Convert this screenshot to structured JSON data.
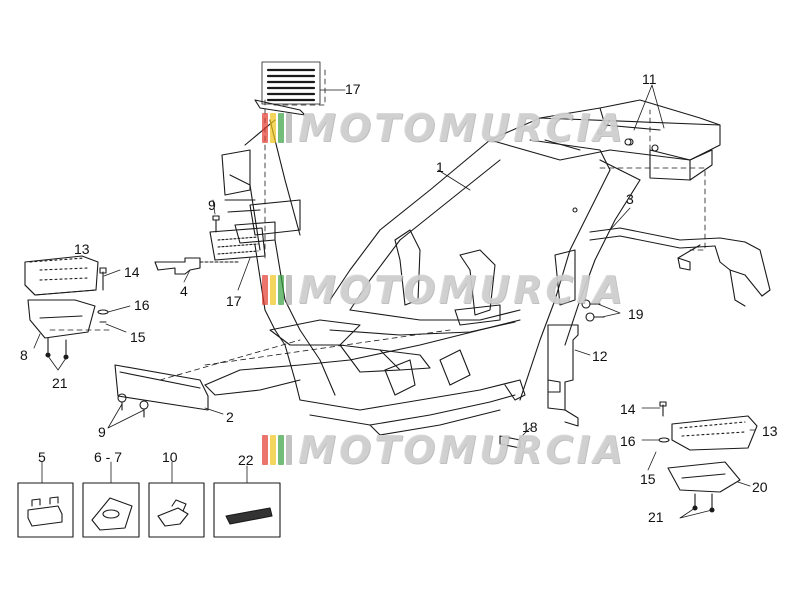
{
  "watermark": {
    "text": "MOTOMURCIA",
    "colors": [
      "#e23b2e",
      "#f0c419",
      "#37a042"
    ]
  },
  "callouts": {
    "c1": "1",
    "c2": "2",
    "c3": "3",
    "c4": "4",
    "c5": "5",
    "c6_7": "6 - 7",
    "c8": "8",
    "c9_top": "9",
    "c9_bot": "9",
    "c10": "10",
    "c11": "11",
    "c12": "12",
    "c13_left": "13",
    "c13_right": "13",
    "c14_left": "14",
    "c14_right": "14",
    "c15_left": "15",
    "c15_right": "15",
    "c16_left": "16",
    "c16_right": "16",
    "c17_top": "17",
    "c17_mid": "17",
    "c18": "18",
    "c19": "19",
    "c20": "20",
    "c21_left": "21",
    "c21_right": "21",
    "c22": "22"
  },
  "colors": {
    "line": "#1a1a1a",
    "fill": "#ffffff"
  }
}
